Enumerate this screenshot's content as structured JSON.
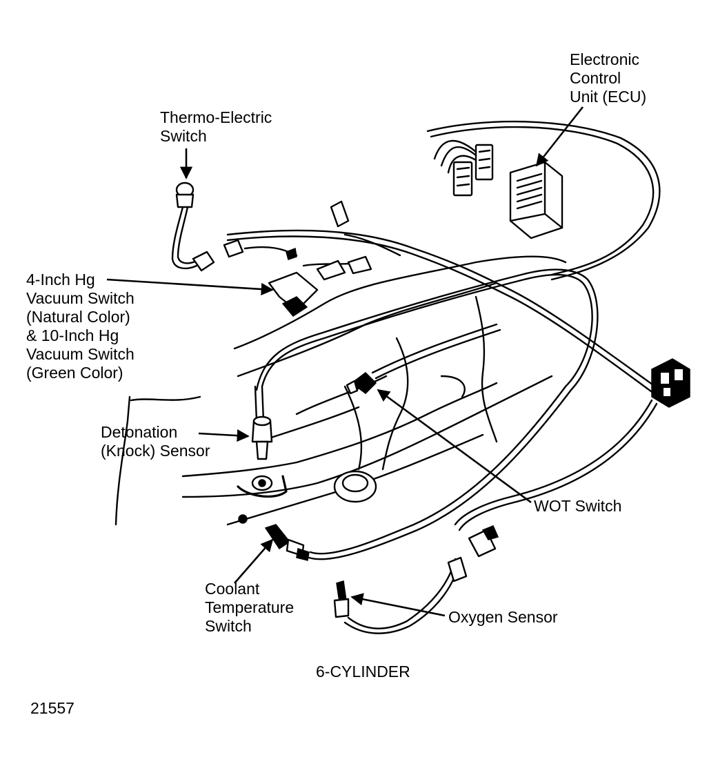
{
  "labels": {
    "ecu": [
      "Electronic",
      "Control",
      "Unit (ECU)"
    ],
    "thermo_switch": [
      "Thermo-Electric",
      "Switch"
    ],
    "vacuum_switch": [
      "4-Inch Hg",
      "Vacuum Switch",
      "(Natural Color)",
      "& 10-Inch Hg",
      "Vacuum Switch",
      "(Green Color)"
    ],
    "detonation_sensor": [
      "Detonation",
      "(Knock) Sensor"
    ],
    "wot_switch": "WOT Switch",
    "coolant_switch": [
      "Coolant",
      "Temperature",
      "Switch"
    ],
    "oxygen_sensor": "Oxygen Sensor",
    "engine_type": "6-CYLINDER",
    "figure_number": "21557"
  }
}
